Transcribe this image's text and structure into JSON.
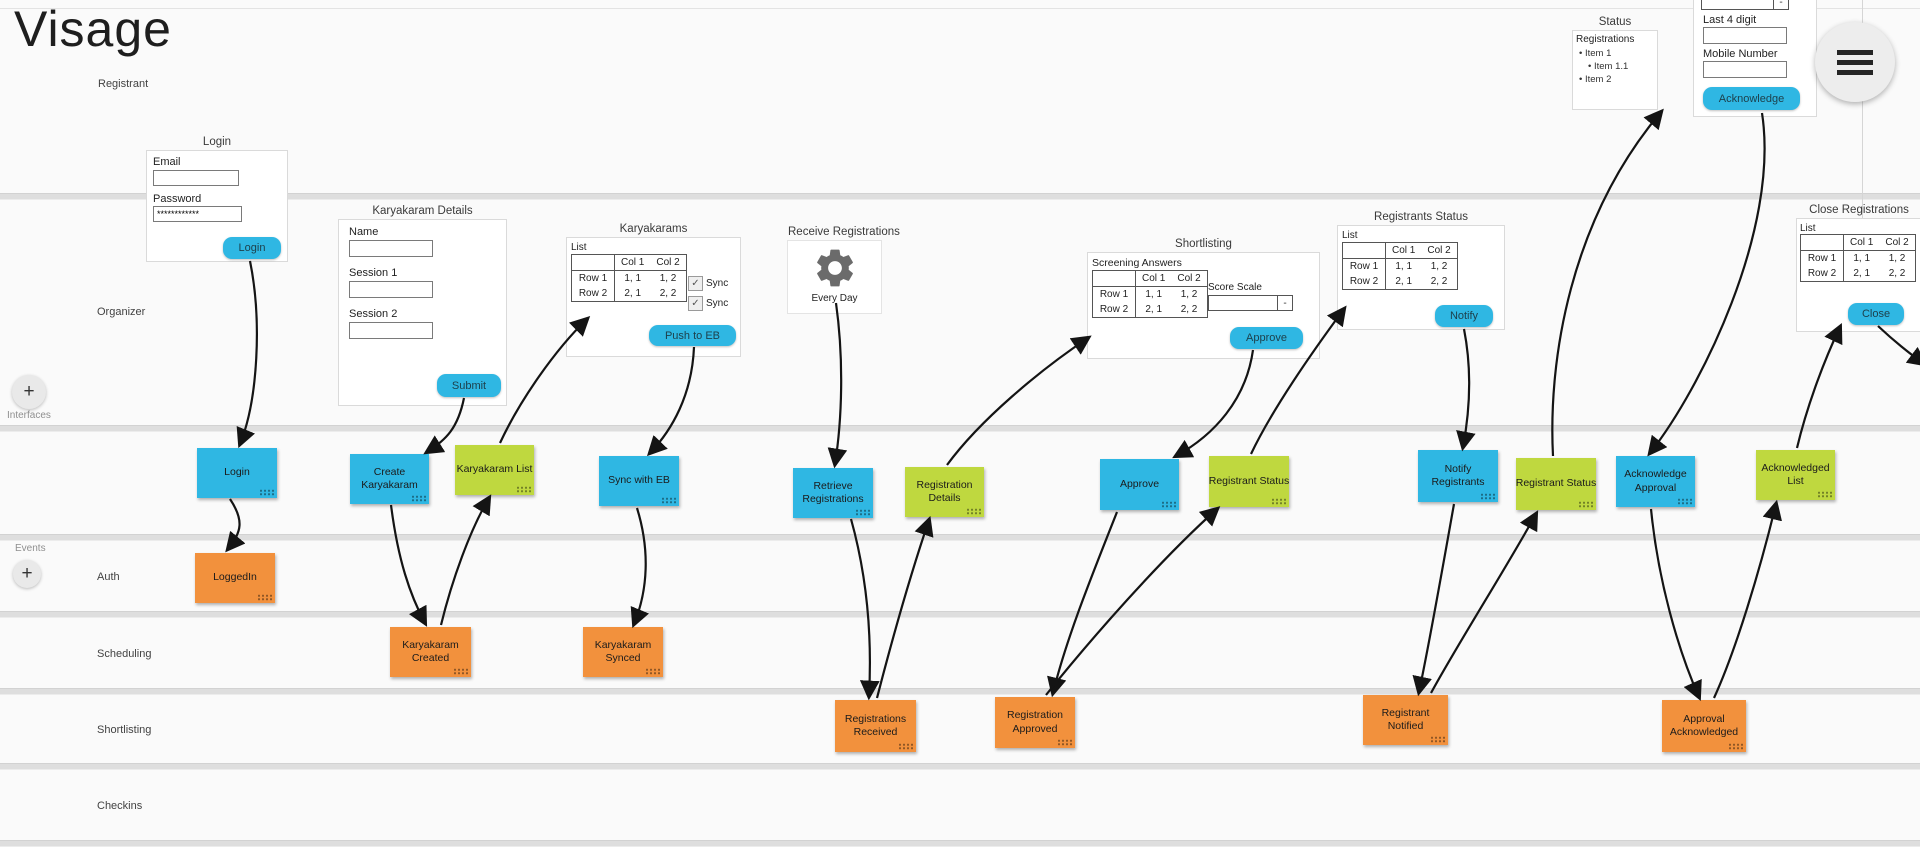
{
  "app": {
    "title": "Visage"
  },
  "icons": {
    "plus_glyph": "+",
    "check_glyph": "✓"
  },
  "colors": {
    "node_blue": "#2fb7e3",
    "node_green": "#bfd83f",
    "node_orange": "#f2913d",
    "button_blue": "#2fb7e3"
  },
  "lanes": {
    "registrant": "Registrant",
    "organizer": "Organizer",
    "auth": "Auth",
    "scheduling": "Scheduling",
    "shortlisting": "Shortlisting",
    "checkins": "Checkins"
  },
  "sections": {
    "interfaces": "Interfaces",
    "events": "Events"
  },
  "grid": {
    "headers": [
      "",
      "Col 1",
      "Col 2"
    ],
    "rows": [
      [
        "Row 1",
        "1, 1",
        "1, 2"
      ],
      [
        "Row 2",
        "2, 1",
        "2, 2"
      ]
    ]
  },
  "panels": {
    "login": {
      "title": "Login",
      "email_label": "Email",
      "password_label": "Password",
      "password_value": "************",
      "submit": "Login"
    },
    "karyakaram_details": {
      "title": "Karyakaram Details",
      "name_label": "Name",
      "session1_label": "Session 1",
      "session2_label": "Session 2",
      "submit": "Submit"
    },
    "karyakarams": {
      "title": "Karyakarams",
      "list_label": "List",
      "sync1": "Sync",
      "sync2": "Sync",
      "push": "Push to EB"
    },
    "receive_registrations": {
      "title": "Receive Registrations",
      "schedule": "Every Day"
    },
    "shortlisting": {
      "title": "Shortlisting",
      "answers_label": "Screening Answers",
      "score_label": "Score Scale",
      "score_value": "",
      "score_arrow": "-",
      "approve": "Approve"
    },
    "registrants_status": {
      "title": "Registrants Status",
      "list_label": "List",
      "notify": "Notify"
    },
    "close_registrations": {
      "title": "Close Registrations",
      "list_label": "List",
      "close": "Close"
    },
    "status": {
      "title": "Status",
      "heading": "Registrations",
      "item1": "Item 1",
      "item1_1": "Item 1.1",
      "item2": "Item 2"
    },
    "acknowledge": {
      "select_value": "",
      "select_arrow": "-",
      "last4_label": "Last 4 digit",
      "mobile_label": "Mobile Number",
      "button": "Acknowledge"
    }
  },
  "nodes": {
    "login": {
      "label": "Login"
    },
    "create_karyakaram": {
      "label": "Create Karyakaram"
    },
    "karyakaram_list": {
      "label": "Karyakaram List"
    },
    "sync_with_eb": {
      "label": "Sync with EB"
    },
    "retrieve_registrations": {
      "label": "Retrieve Registrations"
    },
    "registration_details": {
      "label": "Registration Details"
    },
    "approve": {
      "label": "Approve"
    },
    "registrant_status_1": {
      "label": "Registrant Status"
    },
    "notify_registrants": {
      "label": "Notify Registrants"
    },
    "registrant_status_2": {
      "label": "Registrant Status"
    },
    "acknowledge_approval": {
      "label": "Acknowledge Approval"
    },
    "acknowledged_list": {
      "label": "Acknowledged List"
    },
    "loggedin": {
      "label": "LoggedIn"
    },
    "karyakaram_created": {
      "label": "Karyakaram Created"
    },
    "karyakaram_synced": {
      "label": "Karyakaram Synced"
    },
    "registrations_received": {
      "label": "Registrations Received"
    },
    "registration_approved": {
      "label": "Registration Approved"
    },
    "registrant_notified": {
      "label": "Registrant Notified"
    },
    "approval_acknowledged": {
      "label": "Approval Acknowledged"
    }
  }
}
